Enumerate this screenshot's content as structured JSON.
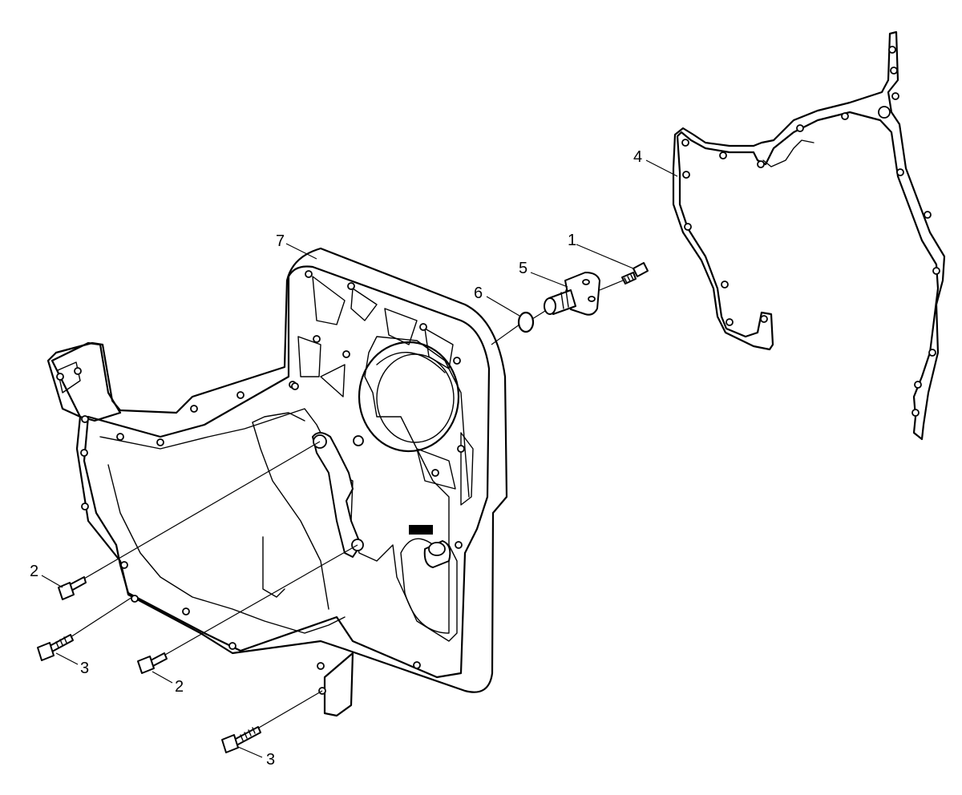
{
  "callouts": {
    "c1": "1",
    "c2a": "2",
    "c2b": "2",
    "c3a": "3",
    "c3b": "3",
    "c4": "4",
    "c5": "5",
    "c6": "6",
    "c7": "7"
  }
}
